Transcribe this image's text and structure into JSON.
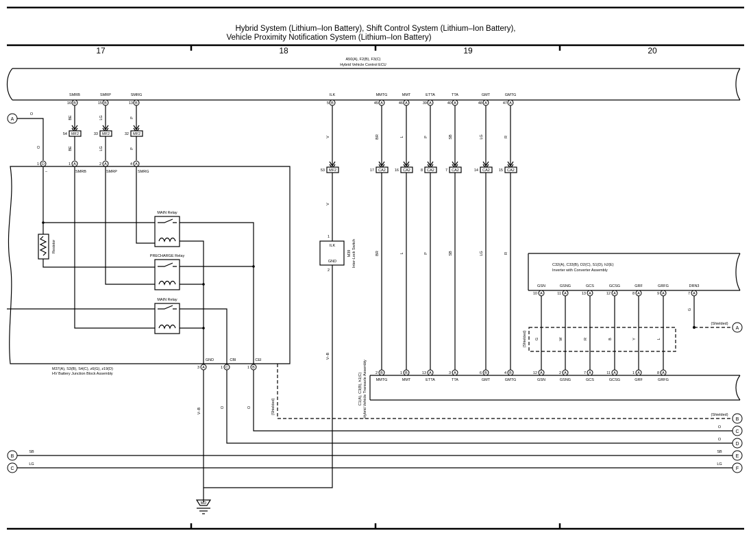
{
  "title": {
    "line1": "Hybrid System (Lithium–Ion Battery),  Shift Control System (Lithium–Ion Battery),",
    "line2": "Vehicle Proximity Notification System (Lithium–Ion Battery)"
  },
  "columns": [
    "17",
    "18",
    "19",
    "20"
  ],
  "ecu": {
    "connectors": "A50(A), F2(B), F3(C)",
    "name": "Hybrid Vehicle Control ECU",
    "pins": [
      {
        "label": "SMRB",
        "num": "16",
        "conn": "B"
      },
      {
        "label": "SMRP",
        "num": "15",
        "conn": "B"
      },
      {
        "label": "SMRG",
        "num": "13",
        "conn": "B"
      },
      {
        "label": "ILK",
        "num": "5",
        "conn": "B"
      },
      {
        "label": "MMTG",
        "num": "45",
        "conn": "A"
      },
      {
        "label": "MMT",
        "num": "46",
        "conn": "A"
      },
      {
        "label": "ETTA",
        "num": "39",
        "conn": "A"
      },
      {
        "label": "TTA",
        "num": "40",
        "conn": "A"
      },
      {
        "label": "GMT",
        "num": "48",
        "conn": "A"
      },
      {
        "label": "GMTG",
        "num": "47",
        "conn": "A"
      }
    ]
  },
  "inline_mf2": [
    {
      "num": "54",
      "code": "MF2",
      "wire": "BE"
    },
    {
      "num": "33",
      "code": "MF2",
      "wire": "LG"
    },
    {
      "num": "32",
      "code": "MF2",
      "wire": "P"
    }
  ],
  "inline_ilk": {
    "num": "53",
    "code": "MF2",
    "wire": "V"
  },
  "inline_ca2": [
    {
      "num": "17",
      "code": "CA2",
      "wire": "BR"
    },
    {
      "num": "16",
      "code": "CA2",
      "wire": "L"
    },
    {
      "num": "8",
      "code": "CA2",
      "wire": "P"
    },
    {
      "num": "7",
      "code": "CA2",
      "wire": "SB"
    },
    {
      "num": "14",
      "code": "CA2",
      "wire": "LG"
    },
    {
      "num": "15",
      "code": "CA2",
      "wire": "R"
    }
  ],
  "junction_block": {
    "name": "HV Battery Junction Block Assembly",
    "connectors": "M37(A), S3(B), S4(C), z6(G), z19(D)",
    "top_pins": [
      {
        "num": "1",
        "conn": "D",
        "label": "–",
        "wire": "O"
      },
      {
        "num": "1",
        "conn": "A",
        "label": "SMRB",
        "wire": "BE"
      },
      {
        "num": "2",
        "conn": "A",
        "label": "SMRP",
        "wire": "LG"
      },
      {
        "num": "4",
        "conn": "A",
        "label": "SMRG",
        "wire": "P"
      }
    ],
    "bottom_pins": [
      {
        "num": "3",
        "conn": "A",
        "label": "GND"
      },
      {
        "num": "1",
        "conn": "C",
        "label": "CBI"
      },
      {
        "num": "1",
        "conn": "B",
        "label": "CEI"
      }
    ],
    "relays": [
      "MAIN Relay",
      "PRECHARGE Relay",
      "MAIN Relay"
    ],
    "resistor": "Resistor"
  },
  "interlock": {
    "id": "M39",
    "name": "Inter-Lock Switch",
    "pin1": "1",
    "pin1_label": "ILK",
    "pin2": "2",
    "pin2_label": "GND",
    "wire_down": "V–B"
  },
  "transaxle": {
    "connectors": "C1(A), C3(B), h1(C)",
    "name": "Hybrid Vehicle Transaxle Assembly",
    "pins": [
      {
        "num": "2",
        "conn": "B",
        "label": "MMTG"
      },
      {
        "num": "1",
        "conn": "B",
        "label": "MMT"
      },
      {
        "num": "13",
        "conn": "A",
        "label": "ETTA"
      },
      {
        "num": "3",
        "conn": "A",
        "label": "TTA"
      },
      {
        "num": "6",
        "conn": "B",
        "label": "GMT"
      },
      {
        "num": "4",
        "conn": "B",
        "label": "GMTG"
      },
      {
        "num": "12",
        "conn": "A",
        "label": "GSN"
      },
      {
        "num": "2",
        "conn": "A",
        "label": "GSNG"
      },
      {
        "num": "7",
        "conn": "A",
        "label": "GCS"
      },
      {
        "num": "11",
        "conn": "A",
        "label": "GCSG"
      },
      {
        "num": "1",
        "conn": "A",
        "label": "GRF"
      },
      {
        "num": "8",
        "conn": "A",
        "label": "GRFG"
      }
    ]
  },
  "inverter": {
    "connectors": "C32(A), C33(B), D2(C), S1(D), h2(E)",
    "name": "Inverter with Converter Assembly",
    "pins": [
      {
        "label": "GSN",
        "num": "10",
        "conn": "A",
        "wire": "G"
      },
      {
        "label": "GSNG",
        "num": "11",
        "conn": "A",
        "wire": "W"
      },
      {
        "label": "GCS",
        "num": "13",
        "conn": "A",
        "wire": "R"
      },
      {
        "label": "GCSG",
        "num": "12",
        "conn": "A",
        "wire": "B"
      },
      {
        "label": "GRF",
        "num": "8",
        "conn": "A",
        "wire": "Y"
      },
      {
        "label": "GRFG",
        "num": "9",
        "conn": "A",
        "wire": "L"
      },
      {
        "label": "DRN3",
        "num": "7",
        "conn": "A",
        "wire": "G"
      }
    ]
  },
  "ground": {
    "code": "MD"
  },
  "labels": {
    "shielded": "(Shielded)",
    "wire_o": "O",
    "wire_vb": "V–B"
  },
  "offpage": [
    {
      "id": "A",
      "wire": ""
    },
    {
      "id": "B",
      "wire": ""
    },
    {
      "id": "C",
      "wire": "O"
    },
    {
      "id": "D",
      "wire": "O"
    },
    {
      "id": "E",
      "wire": "SB"
    },
    {
      "id": "F",
      "wire": "LG"
    }
  ],
  "left_refs": [
    {
      "id": "A",
      "wire": "O"
    },
    {
      "id": "B",
      "wire": "SB"
    },
    {
      "id": "C",
      "wire": "LG"
    }
  ]
}
